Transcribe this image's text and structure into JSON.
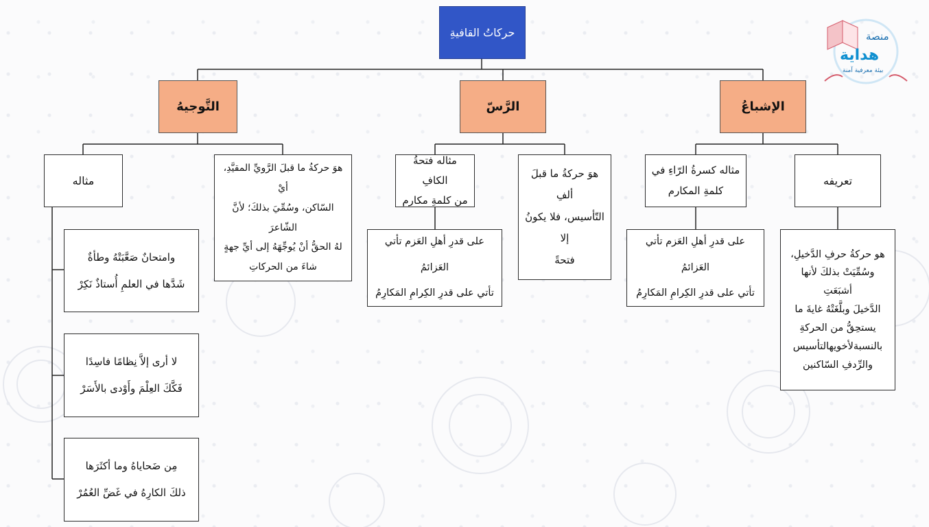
{
  "logo": {
    "line1": "منصة",
    "line2": "هداية",
    "tagline": "بيئة معرفية آمنة"
  },
  "root": {
    "label": "حركاتُ القافيةِ"
  },
  "categories": {
    "ishba": {
      "label": "الإشباعُ"
    },
    "rass": {
      "label": "الرَّسّ"
    },
    "tawjih": {
      "label": "التَّوجيهُ"
    }
  },
  "ishba": {
    "definition_label": "تعريفه",
    "definition_text": "هو حركةُ حرفِ الدَّخيلِ،\nوسُمِّيَتْ بذلكَ لأنها أشبَعَتِ\nالدَّخيلَ وبلَّغَتْهُ غايةَ ما\nيستحِقُّ من الحركةِ\nبالنسبةلأخويهالتأسيس\nوالرِّدفِ السّاكنين",
    "example_label": "مثاله كسرةُ الرّاءِ في\nكلمةِ المكارم",
    "example_verse": "على قدرِ أهلِ العَزم تأتي العَزائمُ\nتأتي على قدرِ الكِرامِ المَكارِمُ"
  },
  "rass": {
    "definition_text": "هوَ حركةُ ما قبلَ ألفِ\nالتّأسيس، فلا يكونُ إلا\nفتحةً",
    "example_label": "مثاله فتحةُ الكافِ\nمن كلمةِ مكارم",
    "example_verse": "على قدرِ أهلِ العَزم تأتي العَزائمُ\nتأتي على قدرِ الكِرامِ المَكارِمُ"
  },
  "tawjih": {
    "definition_text": "هوَ حركةُ ما قبلَ الرَّويِّ المقيَّدِ، أيْ\nالسّاكن، وسُمِّيَ بذلكَ؛ لأنَّ الشّاعرَ\nلهُ الحقُّ أنْ يُوجِّهَهُ إلى أيِّ جهةٍ\nشاءَ من الحركاتِ",
    "example_label": "مثاله",
    "examples": [
      "وامتحانٌ صَعَّبَتْهُ وطأةٌ\nشَدَّها في العلمِ أُستاذٌ نَكِرْ",
      "لا أرى إلاَّ نِظامًا فاسِدًا\nفَكَّكَ العِلْمَ وأَوْدى بالأَسَرْ",
      "مِن ضَحاياهُ وما أكثَرَها\nذلكَ الكارِهُ في غَضِّ العُمُرْ"
    ]
  }
}
